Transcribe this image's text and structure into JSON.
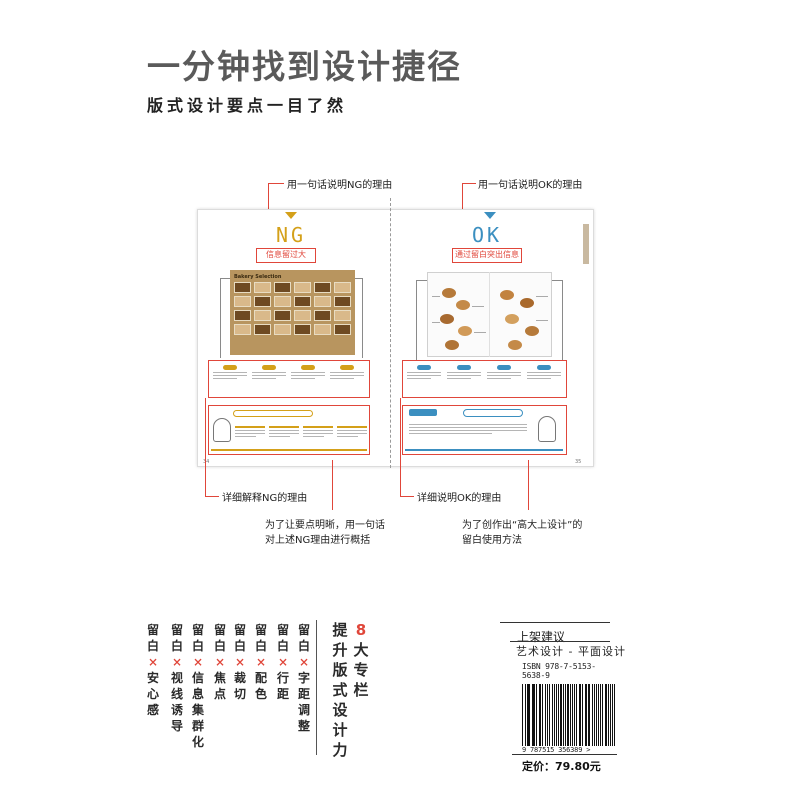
{
  "header": {
    "title": "一分钟找到设计捷径",
    "subtitle": "版式设计要点一目了然"
  },
  "spread": {
    "ng_label": "NG",
    "ok_label": "OK",
    "ng_tag": "信息留过大",
    "ok_tag": "通过留白突出信息",
    "ng_sheet_title": "Bakery Selection",
    "left_page_number": "34",
    "right_page_number": "35"
  },
  "callouts": {
    "ng_reason": "用一句话说明NG的理由",
    "ok_reason": "用一句话说明OK的理由",
    "ng_detail": "详细解释NG的理由",
    "ok_detail": "详细说明OK的理由",
    "summary_line1": "为了让要点明晰，用一句话",
    "summary_line2": "对上述NG理由进行概括",
    "method_line1": "为了创作出“高大上设计”的",
    "method_line2": "留白使用方法"
  },
  "columns": [
    [
      "留",
      "白",
      "×",
      "安",
      "心",
      "感"
    ],
    [
      "留",
      "白",
      "×",
      "视",
      "线",
      "诱",
      "导"
    ],
    [
      "留",
      "白",
      "×",
      "信",
      "息",
      "集",
      "群",
      "化"
    ],
    [
      "留",
      "白",
      "×",
      "焦",
      "点"
    ],
    [
      "留",
      "白",
      "×",
      "裁",
      "切"
    ],
    [
      "留",
      "白",
      "×",
      "配",
      "色"
    ],
    [
      "留",
      "白",
      "×",
      "行",
      "距"
    ],
    [
      "留",
      "白",
      "×",
      "字",
      "距",
      "调",
      "整"
    ]
  ],
  "feature": {
    "col1": [
      "提",
      "升",
      "版",
      "式",
      "设",
      "计",
      "力"
    ],
    "number": "8",
    "col2": [
      "大",
      "专",
      "栏"
    ]
  },
  "back_cover": {
    "shelf_label": "上架建议",
    "category": "艺术设计 - 平面设计",
    "isbn": "ISBN 978-7-5153-5638-9",
    "barcode_number": "9 787515 356389 >",
    "price": "定价：79.80元"
  }
}
